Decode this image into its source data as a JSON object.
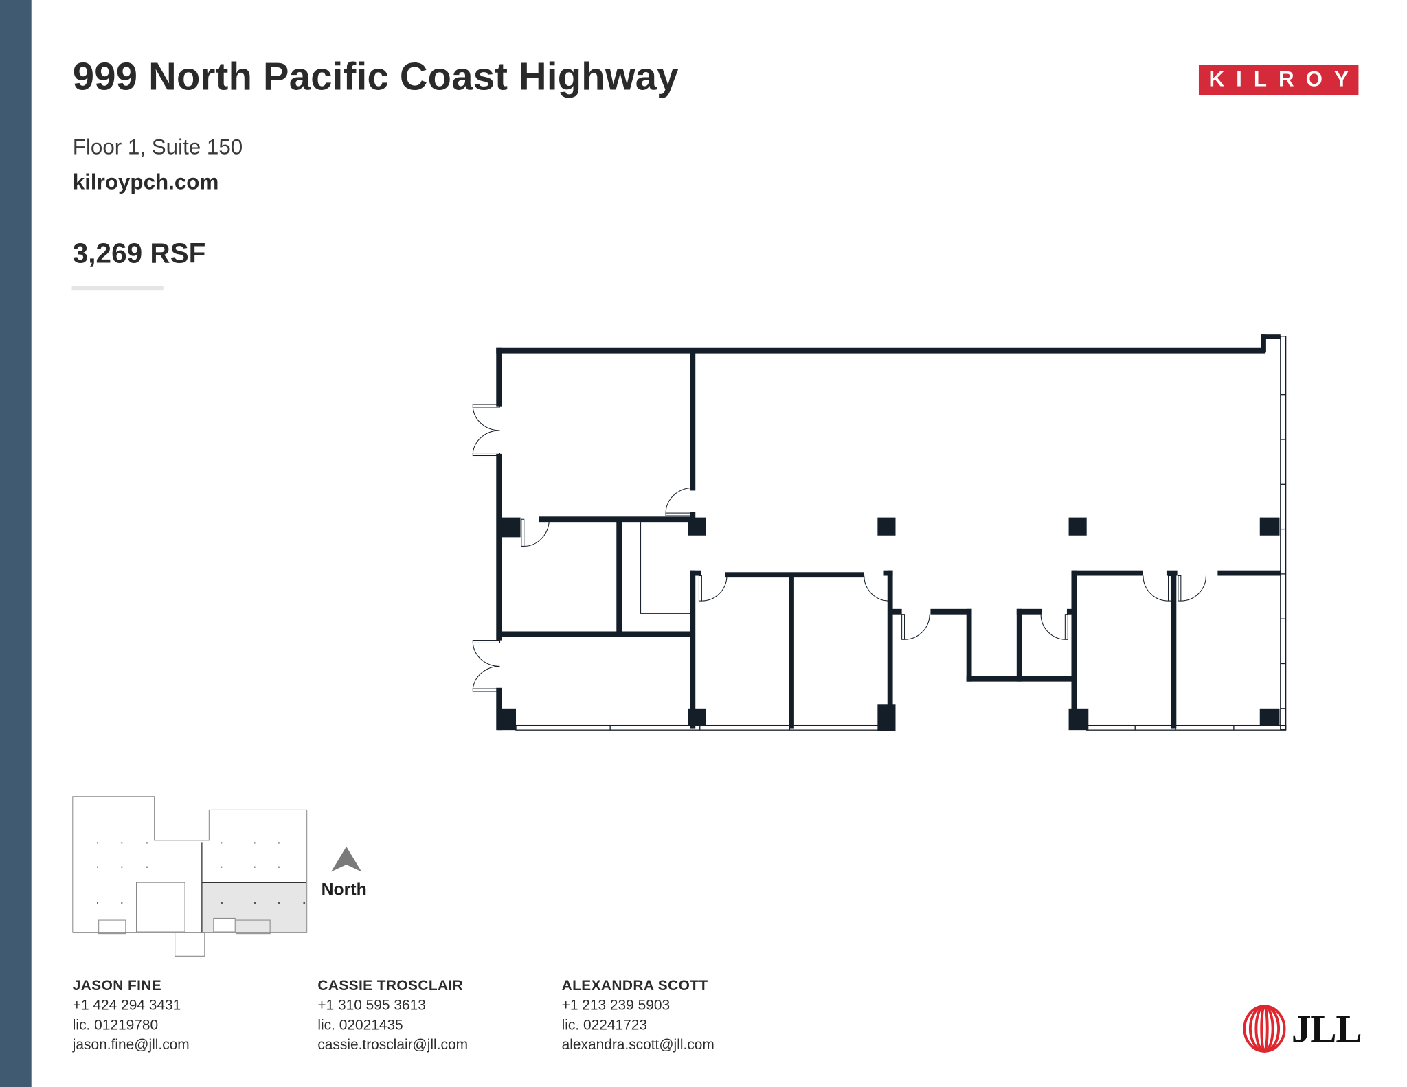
{
  "header": {
    "title": "999 North Pacific Coast Highway",
    "floor_suite": "Floor 1, Suite 150",
    "website": "kilroypch.com",
    "area": "3,269 RSF"
  },
  "brand": {
    "owner_logo": "KILROY",
    "owner_logo_color": "#d42a3a",
    "broker_logo": "JLL",
    "broker_logo_color": "#e0262e",
    "sidebar_color": "#3f5a71",
    "wall_color": "#141e28"
  },
  "keyplan": {
    "north_label": "North",
    "icon": "north-arrow-icon",
    "highlight_color": "#e6e6e6"
  },
  "contacts": [
    {
      "name": "JASON FINE",
      "phone": "+1 424 294 3431",
      "license": "lic. 01219780",
      "email": "jason.fine@jll.com"
    },
    {
      "name": "CASSIE TROSCLAIR",
      "phone": "+1 310 595 3613",
      "license": "lic. 02021435",
      "email": "cassie.trosclair@jll.com"
    },
    {
      "name": "ALEXANDRA SCOTT",
      "phone": "+1 213 239 5903",
      "license": "lic. 02241723",
      "email": "alexandra.scott@jll.com"
    }
  ]
}
